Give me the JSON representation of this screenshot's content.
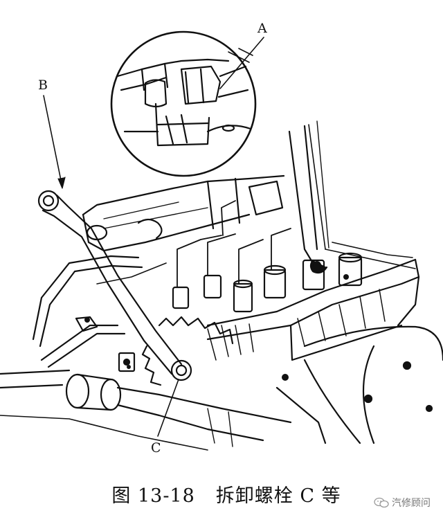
{
  "figure": {
    "callouts": {
      "a": "A",
      "b": "B",
      "c": "C"
    },
    "caption": {
      "number": "图 13-18",
      "text": "拆卸螺栓 C 等"
    }
  },
  "watermark": {
    "text": "汽修顾问",
    "icon": "wechat-icon"
  }
}
